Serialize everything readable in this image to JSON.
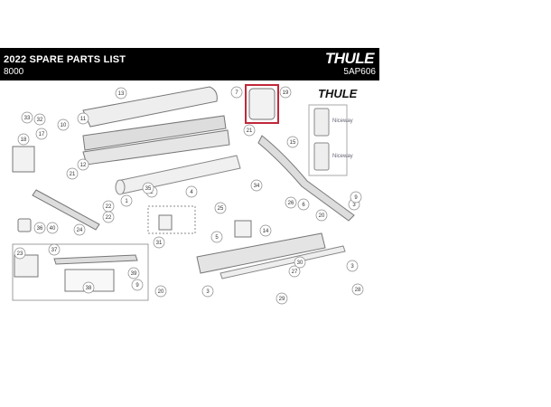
{
  "header": {
    "title": "2022 SPARE PARTS LIST",
    "model": "8000",
    "code": "5AP606",
    "logo_text": "THULE"
  },
  "secondary_logo": "THULE",
  "remote_labels": [
    "Niceway",
    "Niceway"
  ],
  "callouts": [
    "1",
    "2",
    "3",
    "3",
    "3",
    "4",
    "5",
    "6",
    "7",
    "9",
    "9",
    "10",
    "11",
    "12",
    "13",
    "14",
    "15",
    "17",
    "18",
    "19",
    "20",
    "20",
    "21",
    "21",
    "22",
    "22",
    "23",
    "24",
    "25",
    "26",
    "27",
    "28",
    "29",
    "30",
    "31",
    "32",
    "33",
    "34",
    "35",
    "36",
    "37",
    "38",
    "39",
    "40"
  ],
  "colors": {
    "highlight_box": "#c0283a",
    "header_bg": "#000000",
    "header_text": "#ffffff"
  }
}
